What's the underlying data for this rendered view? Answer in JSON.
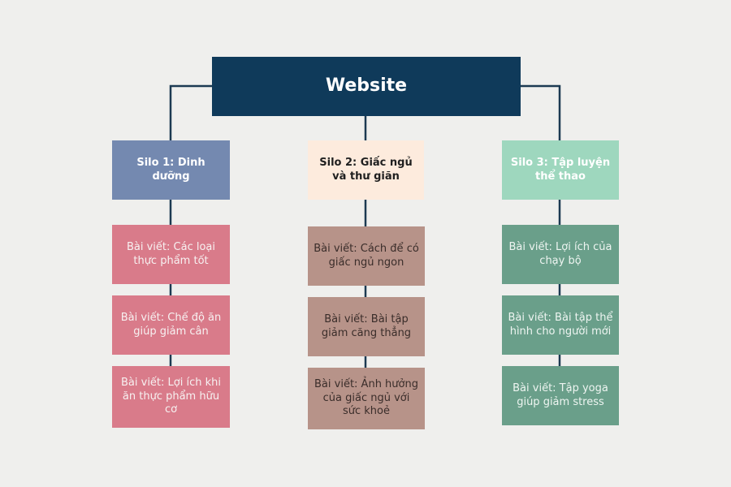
{
  "root": {
    "label": "Website"
  },
  "silos": [
    {
      "label": "Silo 1: Dinh dưỡng",
      "articles": [
        "Bài viết: Các loại thực phẩm tốt",
        "Bài viết: Chế độ ăn giúp giảm cân",
        "Bài viết: Lợi ích khi ăn thực phẩm hữu cơ"
      ]
    },
    {
      "label": "Silo 2: Giấc ngủ và thư giãn",
      "articles": [
        "Bài viết: Cách để có giấc ngủ ngon",
        "Bài viết: Bài tập giảm căng thẳng",
        "Bài viết: Ảnh hưởng của giấc ngủ với sức khoẻ"
      ]
    },
    {
      "label": "Silo 3: Tập luyện thể thao",
      "articles": [
        "Bài viết: Lợi ích của chạy bộ",
        "Bài viết: Bài tập thể hình cho người mới",
        "Bài viết: Tập yoga giúp giảm stress"
      ]
    }
  ],
  "colors": {
    "background": "#efefed",
    "root": "#0f3a5a",
    "connector": "#1c3a52",
    "silo_1": "#7489b0",
    "silo_2": "#fdebdd",
    "silo_3": "#9ed7be",
    "article_1": "#d97b8a",
    "article_2": "#b79389",
    "article_3": "#6a9f8a"
  }
}
